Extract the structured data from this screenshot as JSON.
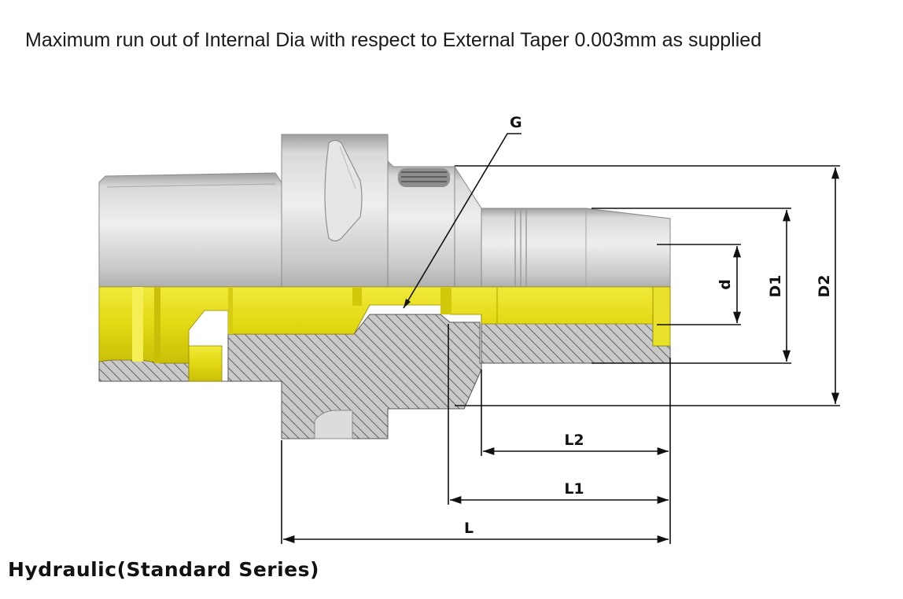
{
  "note": "Maximum run out of Internal Dia with respect to External Taper 0.003mm as supplied",
  "series_title": "Hydraulic(Standard Series)",
  "labels": {
    "G": "G",
    "d": "d",
    "D1": "D1",
    "D2": "D2",
    "L": "L",
    "L1": "L1",
    "L2": "L2"
  },
  "colors": {
    "body": "#cfcfcf",
    "section_yellow": "#e3da1c",
    "hatch": "#555555",
    "line": "#111111"
  }
}
